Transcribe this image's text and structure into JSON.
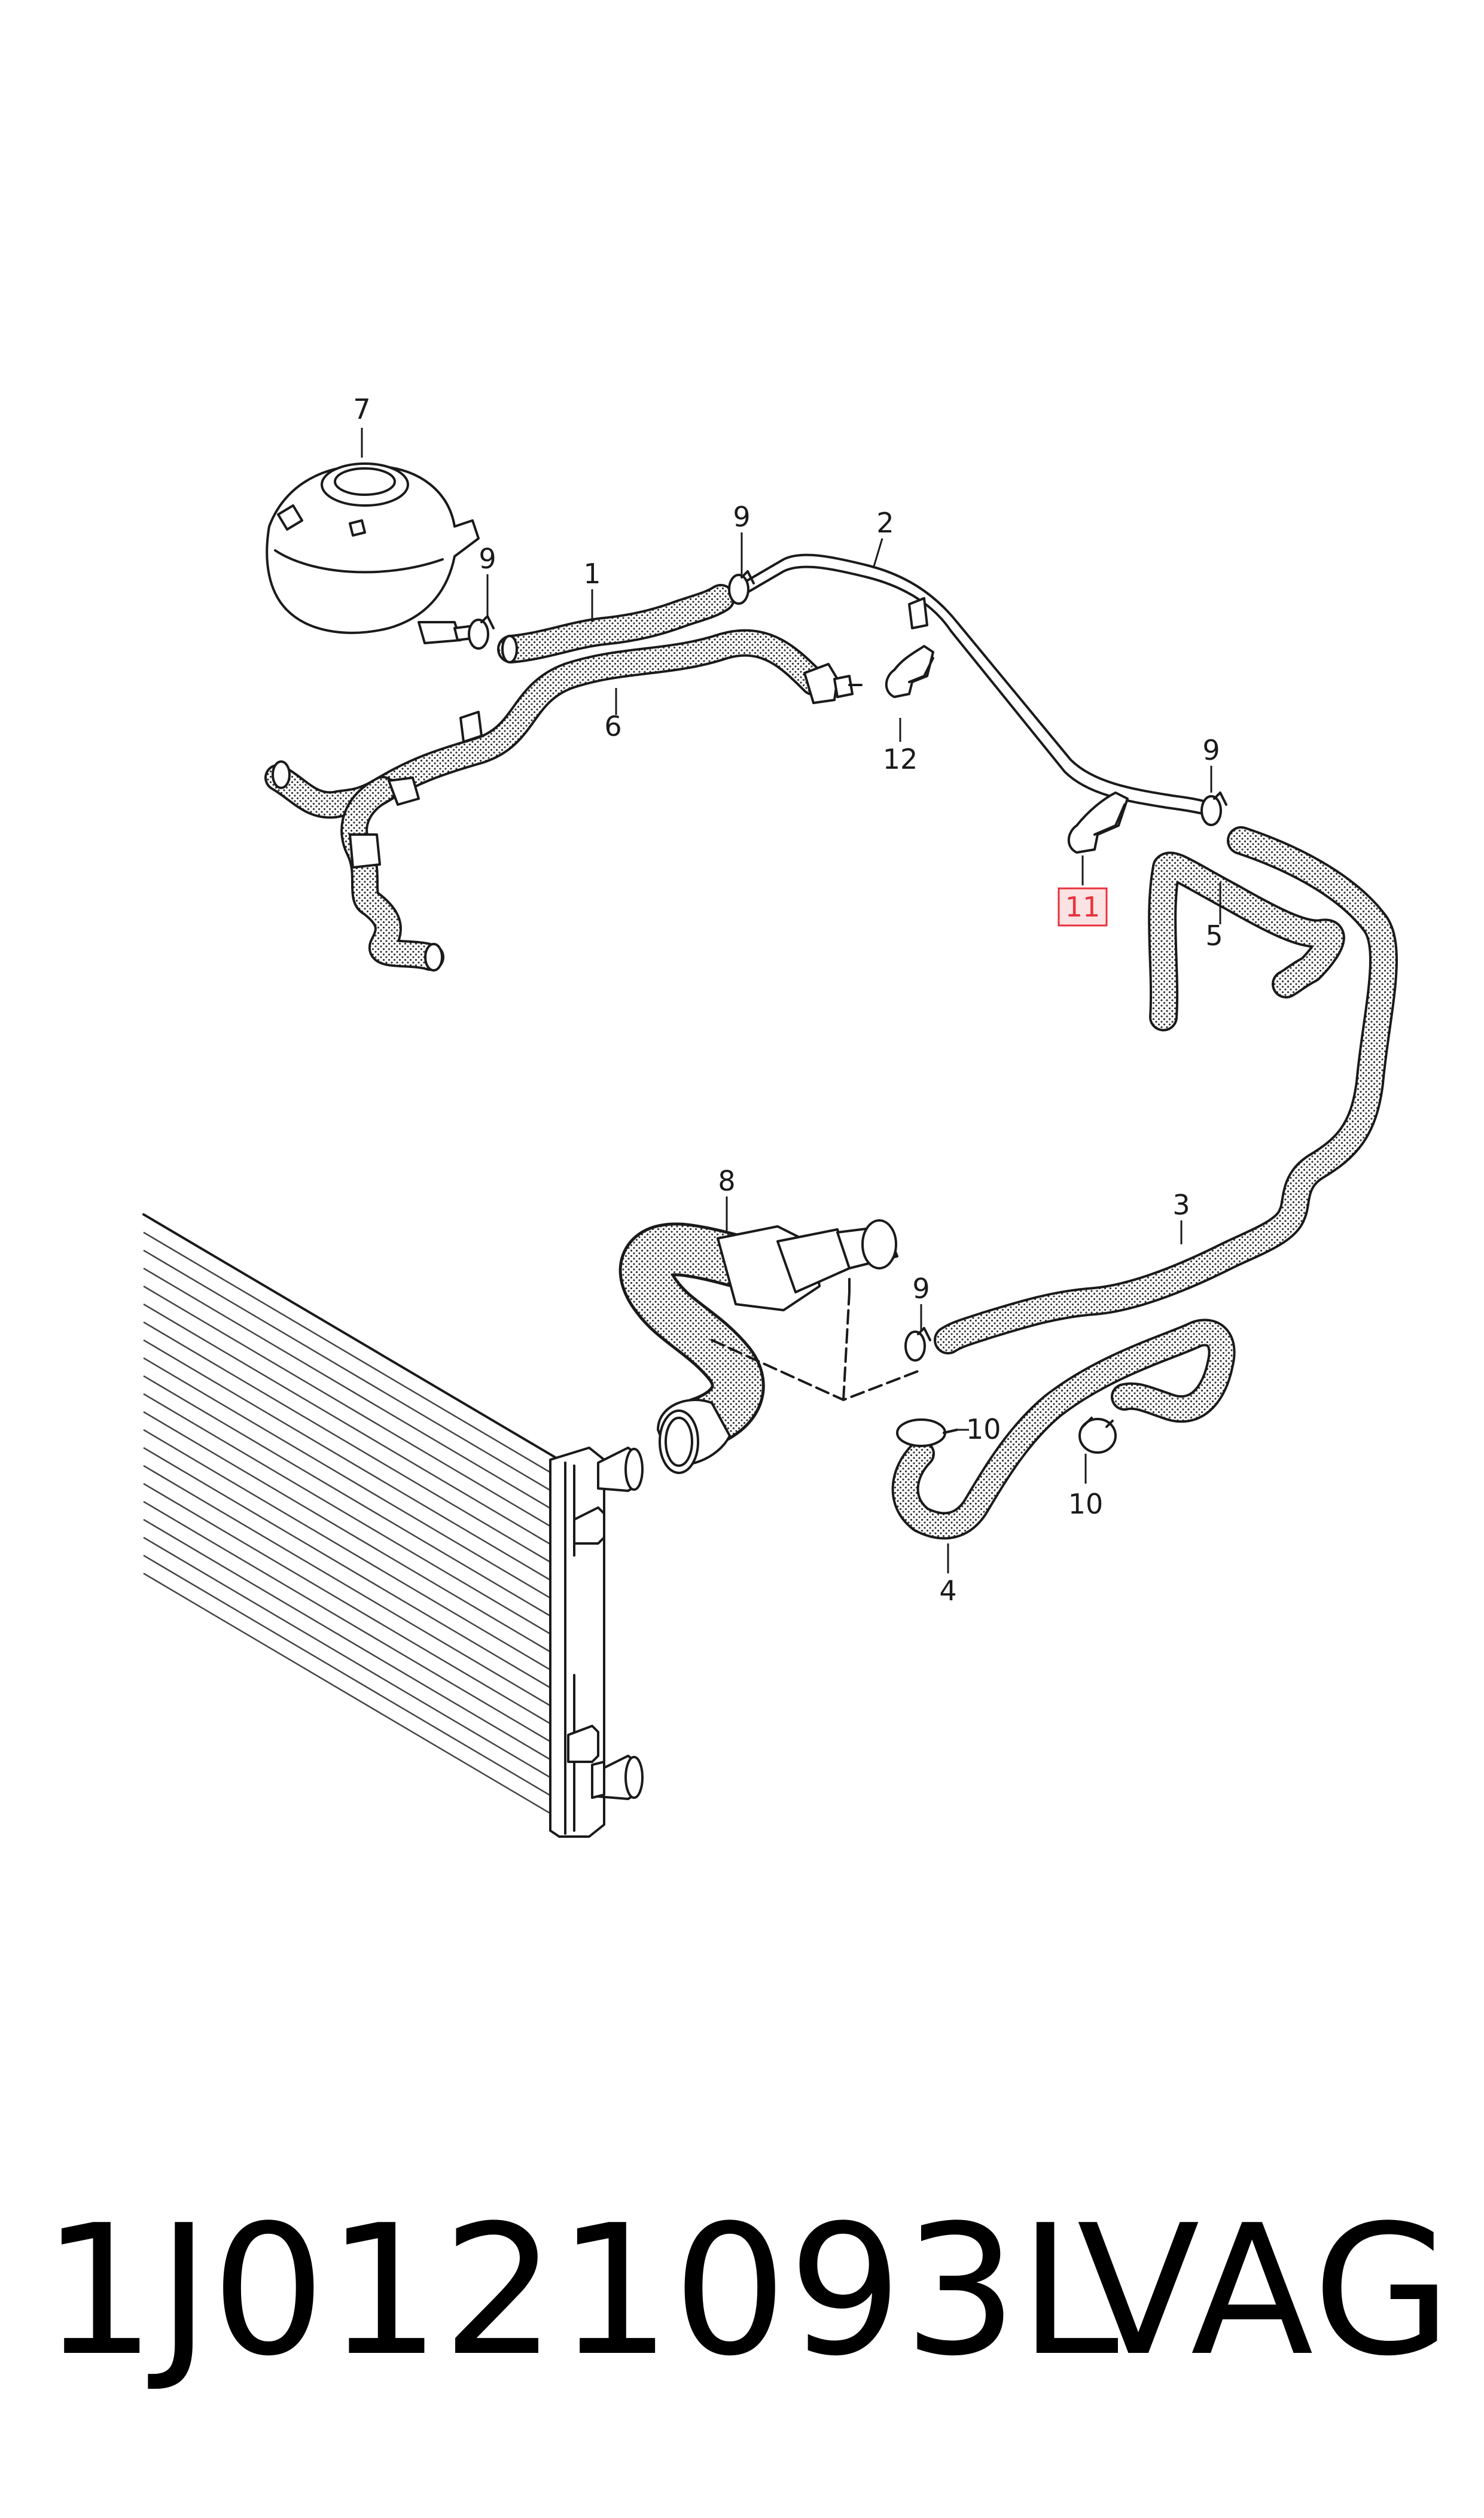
{
  "diagram": {
    "callouts": [
      {
        "id": "7",
        "text": "7"
      },
      {
        "id": "9a",
        "text": "9"
      },
      {
        "id": "9b",
        "text": "9"
      },
      {
        "id": "1",
        "text": "1"
      },
      {
        "id": "2",
        "text": "2"
      },
      {
        "id": "6",
        "text": "6"
      },
      {
        "id": "12",
        "text": "12"
      },
      {
        "id": "9c",
        "text": "9"
      },
      {
        "id": "11",
        "text": "11",
        "highlighted": true
      },
      {
        "id": "5",
        "text": "5"
      },
      {
        "id": "8",
        "text": "8"
      },
      {
        "id": "3",
        "text": "3"
      },
      {
        "id": "9d",
        "text": "9"
      },
      {
        "id": "10a",
        "text": "10"
      },
      {
        "id": "10b",
        "text": "10"
      },
      {
        "id": "4",
        "text": "4"
      }
    ],
    "highlight_color": "#e8323c",
    "highlight_fill": "#fbe3e4"
  },
  "footer": {
    "part_number": "1J0121093L",
    "brand": "VAG"
  }
}
